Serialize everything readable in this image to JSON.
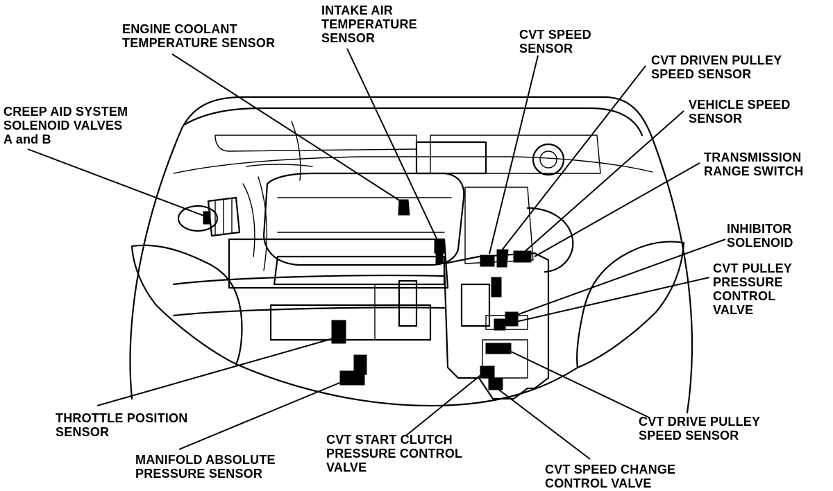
{
  "labels": [
    {
      "id": "engine-coolant-temperature-sensor",
      "lines": [
        "ENGINE COOLANT",
        "TEMPERATURE SENSOR"
      ]
    },
    {
      "id": "intake-air-temperature-sensor",
      "lines": [
        "INTAKE AIR",
        "TEMPERATURE",
        "SENSOR"
      ]
    },
    {
      "id": "cvt-speed-sensor",
      "lines": [
        "CVT SPEED",
        "SENSOR"
      ]
    },
    {
      "id": "cvt-driven-pulley-speed-sensor",
      "lines": [
        "CVT DRIVEN PULLEY",
        "SPEED SENSOR"
      ]
    },
    {
      "id": "vehicle-speed-sensor",
      "lines": [
        "VEHICLE SPEED",
        "SENSOR"
      ]
    },
    {
      "id": "transmission-range-switch",
      "lines": [
        "TRANSMISSION",
        "RANGE SWITCH"
      ]
    },
    {
      "id": "creep-aid-system-solenoid-valves",
      "lines": [
        "CREEP AID SYSTEM",
        "SOLENOID VALVES",
        "A and B"
      ]
    },
    {
      "id": "inhibitor-solenoid",
      "lines": [
        "INHIBITOR",
        "SOLENOID"
      ]
    },
    {
      "id": "cvt-pulley-pressure-control-valve",
      "lines": [
        "CVT PULLEY",
        "PRESSURE",
        "CONTROL",
        "VALVE"
      ]
    },
    {
      "id": "throttle-position-sensor",
      "lines": [
        "THROTTLE POSITION",
        "SENSOR"
      ]
    },
    {
      "id": "manifold-absolute-pressure-sensor",
      "lines": [
        "MANIFOLD ABSOLUTE",
        "PRESSURE SENSOR"
      ]
    },
    {
      "id": "cvt-start-clutch-pressure-control-valve",
      "lines": [
        "CVT START CLUTCH",
        "PRESSURE CONTROL",
        "VALVE"
      ]
    },
    {
      "id": "cvt-drive-pulley-speed-sensor",
      "lines": [
        "CVT DRIVE PULLEY",
        "SPEED SENSOR"
      ]
    },
    {
      "id": "cvt-speed-change-control-valve",
      "lines": [
        "CVT SPEED CHANGE",
        "CONTROL VALVE"
      ]
    }
  ]
}
